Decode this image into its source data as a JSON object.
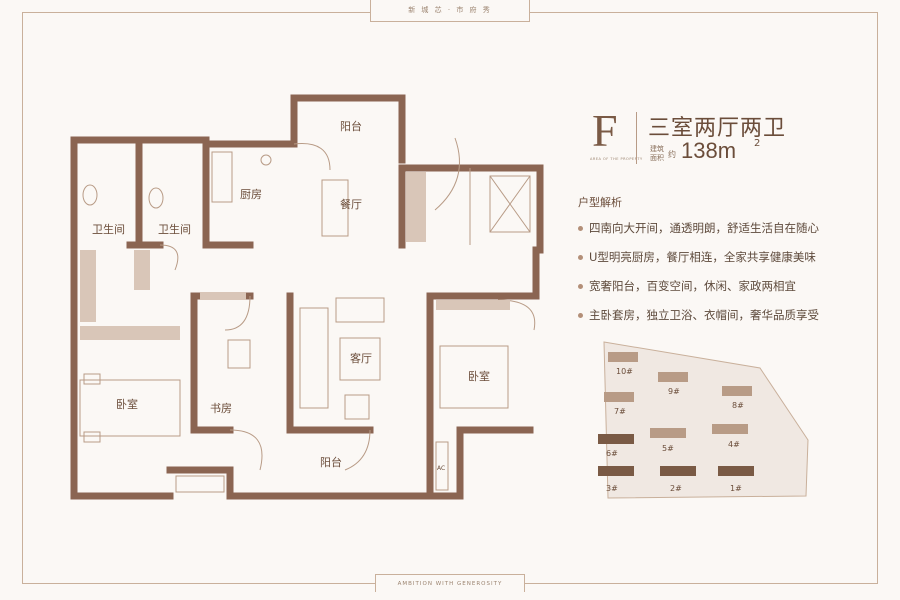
{
  "header": {
    "top_tab": "新 城 芯 · 市 府 秀",
    "bottom_tab": "AMBITION WITH GENEROSITY"
  },
  "unit": {
    "letter": "F",
    "tiny_en": "AREA OF THE PROPERTY",
    "type": "三室两厅两卫",
    "area_label": "建筑面积",
    "area_unit": "约",
    "area_value": "138m",
    "area_sup": "2"
  },
  "analysis": {
    "title": "户型解析",
    "features": [
      "四南向大开间，通透明朗，舒适生活自在随心",
      "U型明亮厨房，餐厅相连，全家共享健康美味",
      "宽奢阳台，百变空间，休闲、家政两相宜",
      "主卧套房，独立卫浴、衣帽间，奢华品质享受"
    ]
  },
  "rooms": {
    "balcony_top": "阳台",
    "kitchen": "厨房",
    "dining": "餐厅",
    "bath1": "卫生间",
    "bath2": "卫生间",
    "living": "客厅",
    "study": "书房",
    "bedroom_left": "卧室",
    "bedroom_right": "卧室",
    "balcony_bottom": "阳台",
    "ac": "AC"
  },
  "site_plan": {
    "buildings": [
      "10#",
      "9#",
      "8#",
      "7#",
      "6#",
      "5#",
      "4#",
      "3#",
      "2#",
      "1#"
    ],
    "highlight": [
      "6#",
      "3#",
      "2#",
      "1#"
    ]
  },
  "colors": {
    "wall": "#8b6552",
    "accent": "#b38f78",
    "text": "#5e4a3c"
  }
}
